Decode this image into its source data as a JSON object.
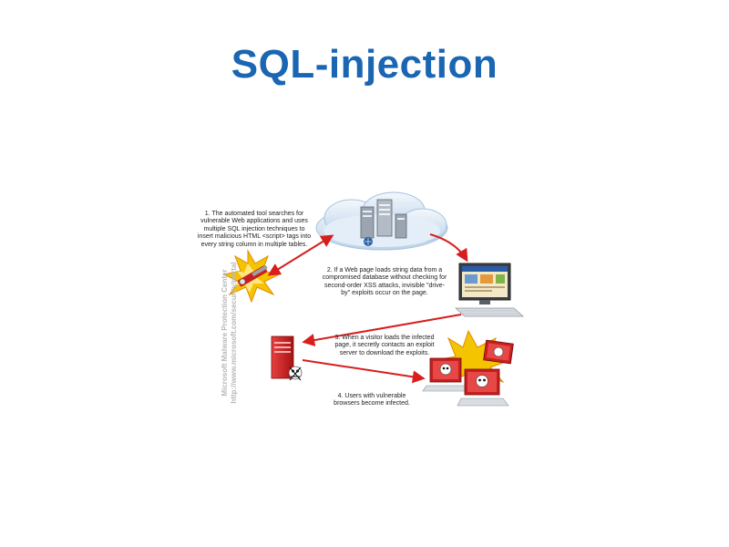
{
  "slide": {
    "title": "SQL-injection"
  },
  "diagram": {
    "steps": [
      {
        "text": "1. The automated tool searches for vulnerable Web applications and uses multiple SQL injection techniques to insert malicious HTML <script> tags into every string column in multiple tables."
      },
      {
        "text": "2. If a Web page loads string data from a compromised database without checking for second-order XSS attacks, invisible \"drive-by\" exploits occur on the page."
      },
      {
        "text": "3. When a visitor loads the infected page, it secretly contacts an exploit server to download the exploits."
      },
      {
        "text": "4. Users with vulnerable browsers become infected."
      }
    ],
    "watermark": {
      "line1": "Microsoft Malware Protection Center",
      "line2": "http://www.microsoft.com/security/portal"
    },
    "colors": {
      "arrow": "#d81e1e",
      "cloud": "#dbe8f5",
      "server_red": "#d02020",
      "burst": "#f5c400"
    }
  }
}
